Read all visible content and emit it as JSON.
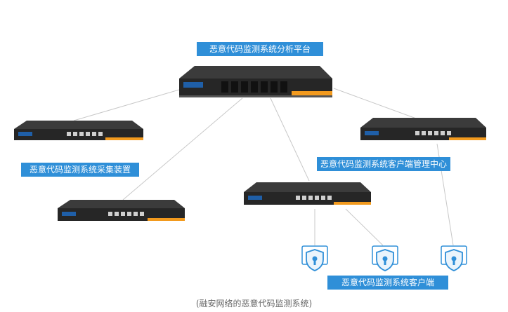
{
  "labels": {
    "platform": "恶意代码监测系统分析平台",
    "collector": "恶意代码监测系统采集装置",
    "management": "恶意代码监测系统客户端管理中心",
    "client": "恶意代码监测系统客户端"
  },
  "caption": "(融安网络的恶意代码监测系统)",
  "colors": {
    "label_bg": "#2f8fd8",
    "device_body": "#2a2a2a",
    "device_top": "#3b3b3b",
    "accent_orange": "#f29a1e",
    "shield_blue": "#2f8fd8",
    "line": "#c8c8c8"
  },
  "icons": [
    "server-icon",
    "network-appliance-icon",
    "security-shield-icon"
  ]
}
